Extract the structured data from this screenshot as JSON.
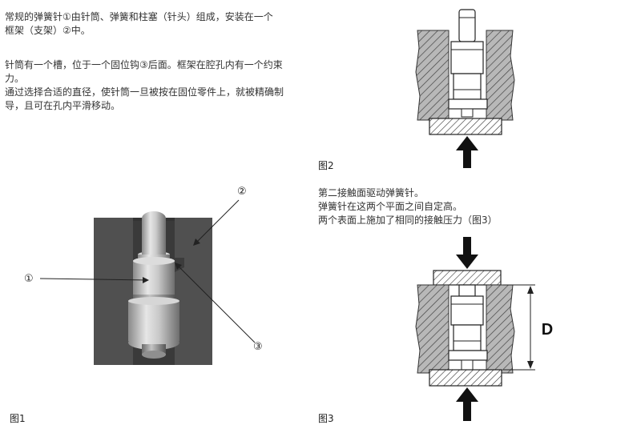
{
  "intro": {
    "para1": "常规的弹簧针①由针筒、弹簧和柱塞（针头）组成，安装在一个框架（支架）②中。",
    "para1_l1": "常规的弹簧针①由针筒、弹簧和柱塞（针头）组成，安装在一个",
    "para1_l2": "框架（支架）②中。",
    "para2_l1": "针筒有一个槽，位于一个固位钩③后面。框架在腔孔内有一个约束",
    "para2_l2": "力。",
    "para3_l1": "通过选择合适的直径，使针筒一旦被按在固位零件上，就被精确制",
    "para3_l2": "导，且可在孔内平滑移动。"
  },
  "fig2": {
    "caption": "图2"
  },
  "fig3": {
    "caption": "图3",
    "text_l1": "第二接触面驱动弹簧针。",
    "text_l2": "弹簧针在这两个平面之间自定高。",
    "text_l3": "两个表面上施加了相同的接触压力（图3）",
    "dimension_label": "D"
  },
  "fig1": {
    "caption": "图1",
    "callout_1": "①",
    "callout_2": "②",
    "callout_3": "③"
  }
}
